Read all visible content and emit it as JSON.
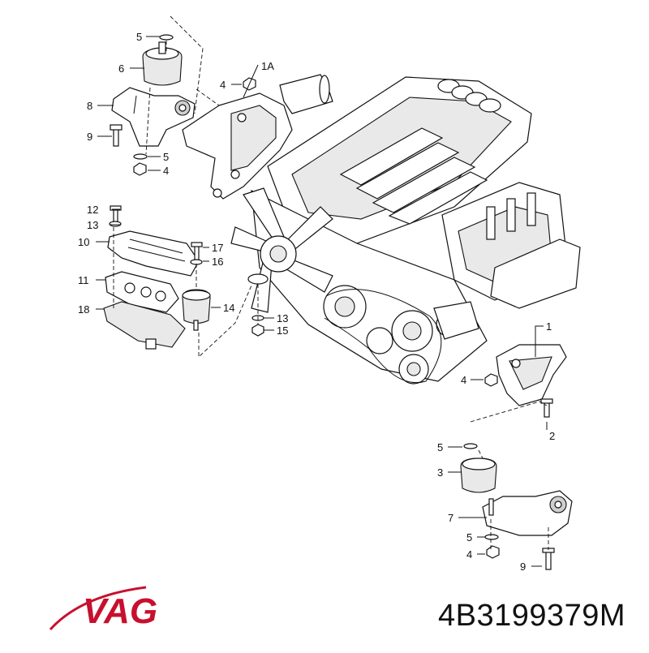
{
  "callouts": [
    {
      "id": "c5a",
      "text": "5"
    },
    {
      "id": "c6",
      "text": "6"
    },
    {
      "id": "c1a",
      "text": "1A"
    },
    {
      "id": "c4a",
      "text": "4"
    },
    {
      "id": "c8",
      "text": "8"
    },
    {
      "id": "c9a",
      "text": "9"
    },
    {
      "id": "c5b",
      "text": "5"
    },
    {
      "id": "c4b",
      "text": "4"
    },
    {
      "id": "c12",
      "text": "12"
    },
    {
      "id": "c13a",
      "text": "13"
    },
    {
      "id": "c10",
      "text": "10"
    },
    {
      "id": "c17",
      "text": "17"
    },
    {
      "id": "c16",
      "text": "16"
    },
    {
      "id": "c11",
      "text": "11"
    },
    {
      "id": "c18",
      "text": "18"
    },
    {
      "id": "c14",
      "text": "14"
    },
    {
      "id": "c13b",
      "text": "13"
    },
    {
      "id": "c15",
      "text": "15"
    },
    {
      "id": "c1",
      "text": "1"
    },
    {
      "id": "c4c",
      "text": "4"
    },
    {
      "id": "c2",
      "text": "2"
    },
    {
      "id": "c5c",
      "text": "5"
    },
    {
      "id": "c3",
      "text": "3"
    },
    {
      "id": "c7",
      "text": "7"
    },
    {
      "id": "c5d",
      "text": "5"
    },
    {
      "id": "c4d",
      "text": "4"
    },
    {
      "id": "c9b",
      "text": "9"
    }
  ],
  "brand": {
    "logo_text": "VAG",
    "color": "#c8102e"
  },
  "part_number": "4B3199379M"
}
